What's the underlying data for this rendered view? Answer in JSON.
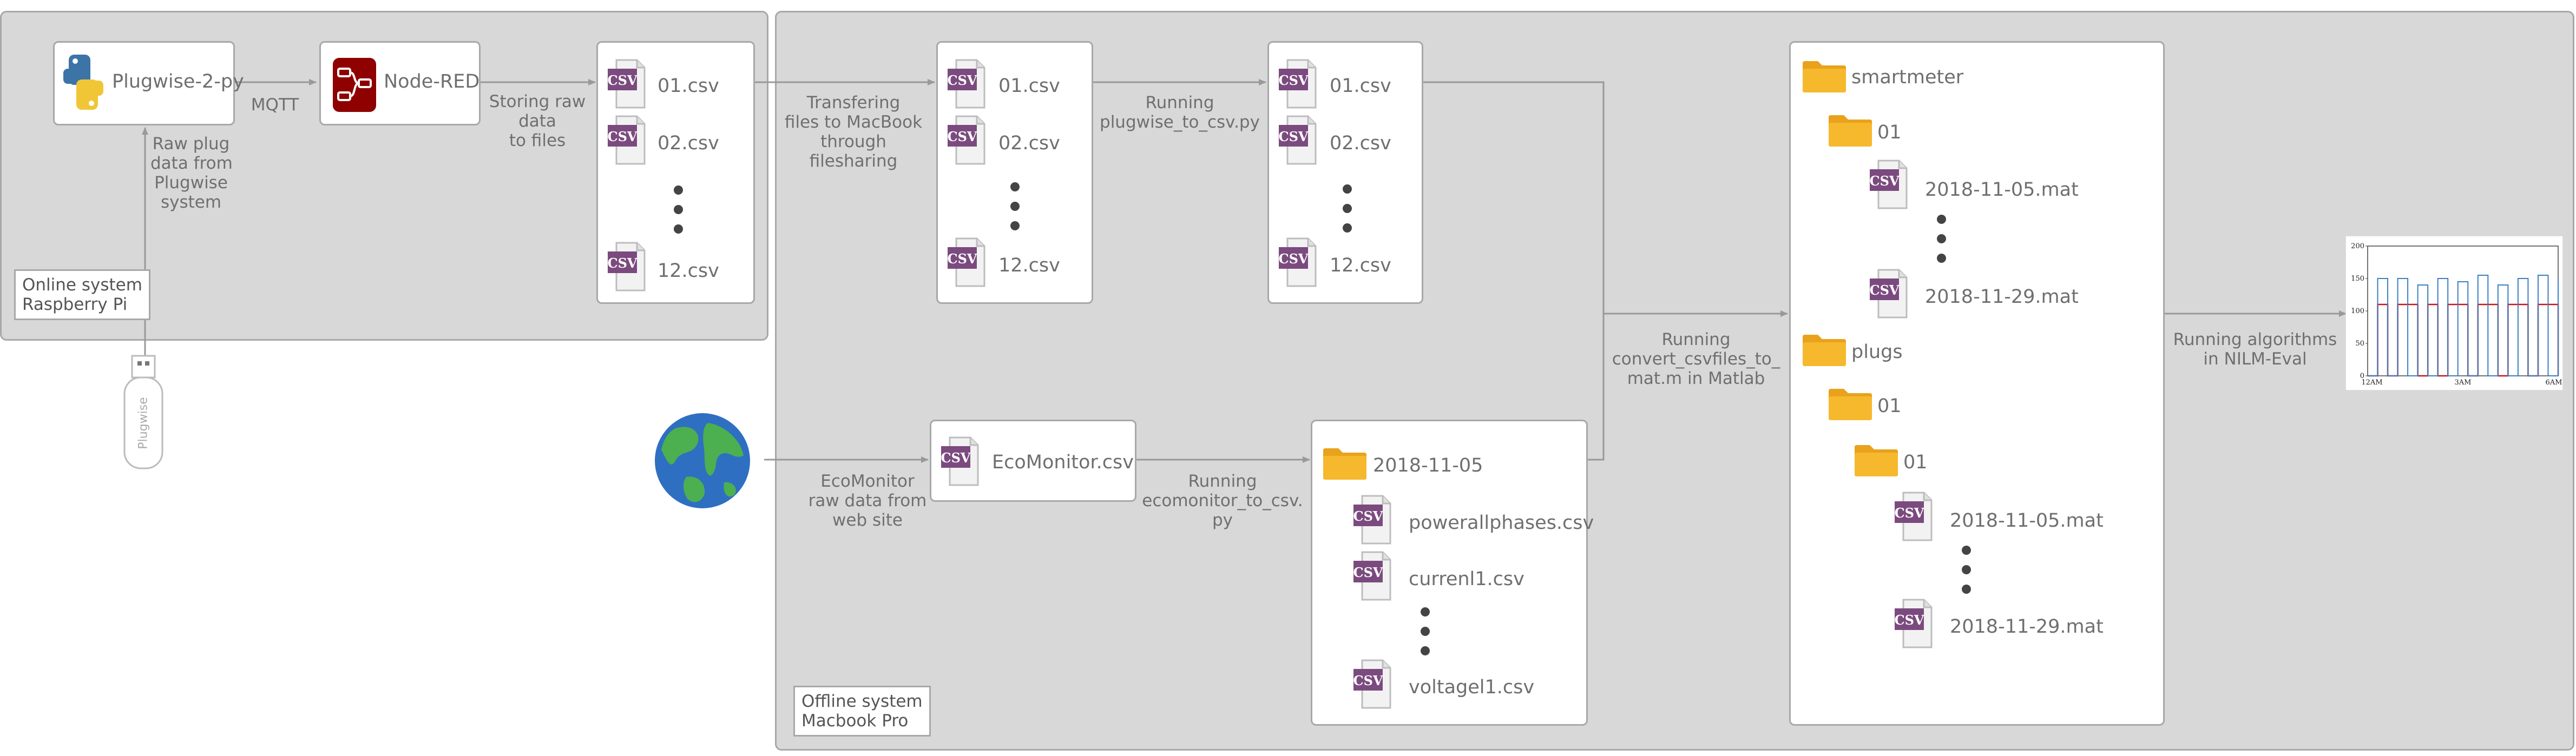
{
  "pipeline_online": {
    "system_label": [
      "Online system",
      "Raspberry Pi"
    ],
    "plugwise_box": "Plugwise-2-py",
    "nodered_box": "Node-RED",
    "mqtt_label": "MQTT",
    "raw_plug_label": [
      "Raw plug",
      "data from",
      "Plugwise",
      "system"
    ],
    "storing_label": [
      "Storing raw",
      "data",
      "to files"
    ],
    "usb_stick_label": "Plugwise",
    "files": [
      "01.csv",
      "02.csv",
      "12.csv"
    ]
  },
  "pipeline_offline": {
    "system_label": [
      "Offline system",
      "Macbook Pro"
    ],
    "transfer_label": [
      "Transfering",
      "files to MacBook",
      "through",
      "filesharing"
    ],
    "transfer_files": [
      "01.csv",
      "02.csv",
      "12.csv"
    ],
    "running_plugwise_label": [
      "Running",
      "plugwise_to_csv.py"
    ],
    "converted_files": [
      "01.csv",
      "02.csv",
      "12.csv"
    ],
    "ecomonitor_raw_label": [
      "EcoMonitor",
      "raw data from",
      "web site"
    ],
    "ecomonitor_file": "EcoMonitor.csv",
    "running_ecomonitor_label": [
      "Running",
      "ecomonitor_to_csv.",
      "py"
    ],
    "eco_folder": "2018-11-05",
    "eco_files": [
      "powerallphases.csv",
      "currenl1.csv",
      "voltagel1.csv"
    ],
    "convert_label": [
      "Running",
      "convert_csvfiles_to_",
      "mat.m in Matlab"
    ],
    "tree": {
      "smartmeter": "smartmeter",
      "sm_sub": "01",
      "sm_file_first": "2018-11-05.mat",
      "sm_file_last": "2018-11-29.mat",
      "plugs": "plugs",
      "plugs_sub": "01",
      "plugs_subsub": "01",
      "plugs_file_first": "2018-11-05.mat",
      "plugs_file_last": "2018-11-29.mat"
    },
    "nilm_label": [
      "Running algorithms",
      "in NILM-Eval"
    ]
  },
  "icons": {
    "csv": "csv-file-icon",
    "folder": "folder-icon",
    "python": "python-logo-icon",
    "nodered": "node-red-logo-icon",
    "globe": "globe-icon",
    "usb": "usb-stick-icon"
  },
  "colors": {
    "panel": "#d8d8d8",
    "csv_purple": "#7b4a7f",
    "folder_yellow": "#f6b82c",
    "nodered": "#8f0000",
    "plot_red": "#d01010",
    "plot_blue": "#3b7fc4"
  },
  "chart_data": {
    "type": "line",
    "yticks": [
      "0",
      "50",
      "100",
      "150",
      "200"
    ],
    "xticks": [
      "12AM",
      "3AM",
      "6AM"
    ],
    "ylim": [
      0,
      200
    ],
    "series": [
      {
        "color": "#d01010",
        "values": [
          0,
          110,
          0,
          110,
          110,
          0,
          110,
          0,
          110,
          110,
          0,
          110,
          110,
          0,
          110,
          110,
          0,
          110,
          110,
          0
        ]
      },
      {
        "color": "#3b7fc4",
        "values": [
          0,
          150,
          0,
          150,
          0,
          140,
          0,
          150,
          0,
          145,
          0,
          155,
          0,
          140,
          0,
          150,
          0,
          155,
          0,
          150
        ]
      }
    ]
  }
}
